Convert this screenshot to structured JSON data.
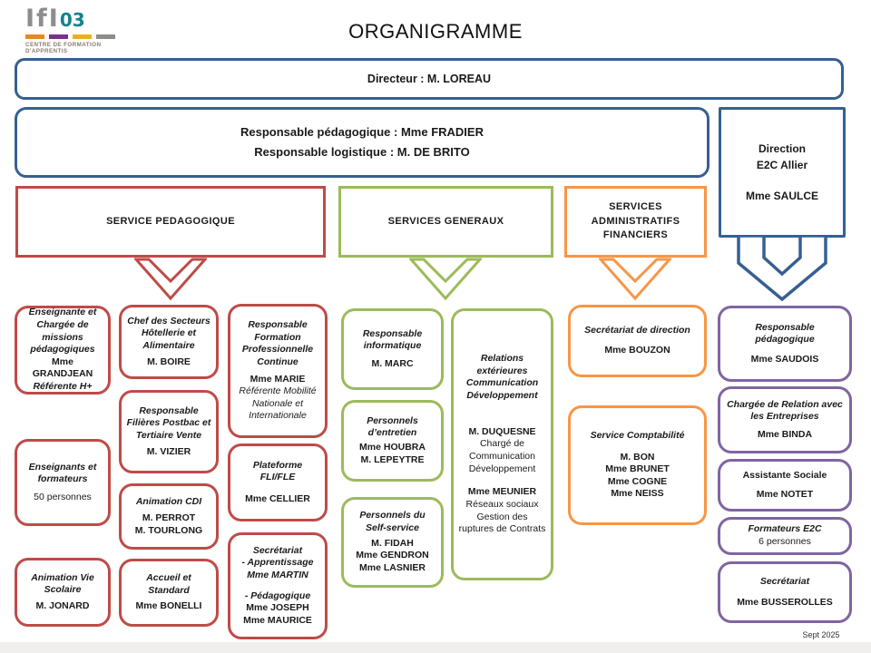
{
  "colors": {
    "blue": "#376091",
    "red": "#BE4B48",
    "green": "#9BBB59",
    "orange": "#F79646",
    "purple": "#8064A2",
    "teal": "#17818F"
  },
  "logo": {
    "letters": "IfI",
    "number": "03",
    "caption": "CENTRE DE FORMATION D'APPRENTIS",
    "bars": [
      "#E8891D",
      "#7D2F8D",
      "#EAB117",
      "#8D8D8D"
    ]
  },
  "title": "ORGANIGRAMME",
  "footer": "Sept 2025",
  "director": {
    "label": "Directeur : M. LOREAU"
  },
  "responsables": {
    "line1": "Responsable pédagogique : Mme FRADIER",
    "line2": "Responsable logistique : M. DE BRITO"
  },
  "direction_e2c": [
    {
      "t": "Direction",
      "s": "n"
    },
    {
      "t": "E2C Allier",
      "s": "n"
    },
    {
      "s": "sp",
      "h": 16
    },
    {
      "t": "Mme SAULCE",
      "s": "n"
    }
  ],
  "headers": {
    "pedagogique": [
      {
        "t": "SERVICE PEDAGOGIQUE",
        "s": "n"
      }
    ],
    "generaux": [
      {
        "t": "SERVICES GENERAUX",
        "s": "n"
      }
    ],
    "administratifs": [
      {
        "t": "SERVICES",
        "s": "n"
      },
      {
        "t": "ADMINISTRATIFS",
        "s": "n"
      },
      {
        "t": "FINANCIERS",
        "s": "n"
      }
    ]
  },
  "cards": {
    "a1": [
      {
        "t": "Enseignante et Chargée de missions pédagogiques",
        "s": "t"
      },
      {
        "s": "sp",
        "h": 6
      },
      {
        "t": "Mme GRANDJEAN",
        "s": "n"
      },
      {
        "t": "Référente H+",
        "s": "t"
      }
    ],
    "a2": [
      {
        "t": "Enseignants et formateurs",
        "s": "t"
      },
      {
        "s": "sp",
        "h": 6
      },
      {
        "t": "50 personnes",
        "s": "p"
      }
    ],
    "a3": [
      {
        "t": "Animation Vie Scolaire",
        "s": "t"
      },
      {
        "s": "sp",
        "h": 4
      },
      {
        "t": "M. JONARD",
        "s": "n"
      }
    ],
    "b1": [
      {
        "t": "Chef des Secteurs Hôtellerie et Alimentaire",
        "s": "t"
      },
      {
        "s": "sp",
        "h": 4
      },
      {
        "t": "M. BOIRE",
        "s": "n"
      }
    ],
    "b2": [
      {
        "t": "Responsable Filières Postbac et Tertiaire Vente",
        "s": "t"
      },
      {
        "s": "sp",
        "h": 4
      },
      {
        "t": "M. VIZIER",
        "s": "n"
      }
    ],
    "b3": [
      {
        "t": "Animation CDI",
        "s": "t"
      },
      {
        "s": "sp",
        "h": 5
      },
      {
        "t": "M. PERROT",
        "s": "n"
      },
      {
        "t": "M. TOURLONG",
        "s": "n"
      }
    ],
    "b4": [
      {
        "t": "Accueil  et Standard",
        "s": "t"
      },
      {
        "s": "sp",
        "h": 4
      },
      {
        "t": "Mme BONELLI",
        "s": "n"
      }
    ],
    "c1": [
      {
        "t": "Responsable Formation Professionnelle Continue",
        "s": "t"
      },
      {
        "s": "sp",
        "h": 5
      },
      {
        "t": "Mme MARIE",
        "s": "n"
      },
      {
        "t": "Référente Mobilité Nationale et Internationale",
        "s": "i"
      }
    ],
    "c2": [
      {
        "t": "Plateforme FLI/FLE",
        "s": "t"
      },
      {
        "s": "sp",
        "h": 10
      },
      {
        "t": "Mme CELLIER",
        "s": "n"
      }
    ],
    "c3": [
      {
        "t": "Secrétariat",
        "s": "t"
      },
      {
        "t": "- Apprentissage",
        "s": "t"
      },
      {
        "t": "Mme MARTIN",
        "s": "t"
      },
      {
        "s": "sp",
        "h": 9
      },
      {
        "t": "- Pédagogique",
        "s": "t"
      },
      {
        "t": "Mme JOSEPH",
        "s": "n"
      },
      {
        "t": "Mme MAURICE",
        "s": "n"
      }
    ],
    "d1": [
      {
        "t": "Responsable informatique",
        "s": "t"
      },
      {
        "s": "sp",
        "h": 6
      },
      {
        "t": "M. MARC",
        "s": "n"
      }
    ],
    "d2": [
      {
        "t": "Personnels d’entretien",
        "s": "t"
      },
      {
        "s": "sp",
        "h": 2
      },
      {
        "t": "Mme HOUBRA",
        "s": "n"
      },
      {
        "t": "M. LEPEYTRE",
        "s": "n"
      }
    ],
    "d3": [
      {
        "t": "Personnels du Self-service",
        "s": "t"
      },
      {
        "s": "sp",
        "h": 3
      },
      {
        "t": "M. FIDAH",
        "s": "n"
      },
      {
        "t": "Mme GENDRON",
        "s": "n"
      },
      {
        "t": "Mme LASNIER",
        "s": "n"
      }
    ],
    "e1": [
      {
        "t": "Relations extérieures Communication Développement",
        "s": "t"
      },
      {
        "s": "sp",
        "h": 26
      },
      {
        "t": "M. DUQUESNE",
        "s": "n"
      },
      {
        "t": "Chargé de Communication Développement",
        "s": "p"
      },
      {
        "s": "sp",
        "h": 12
      },
      {
        "t": "Mme MEUNIER",
        "s": "n"
      },
      {
        "t": "Réseaux sociaux Gestion des ruptures de Contrats",
        "s": "p"
      }
    ],
    "f1": [
      {
        "t": "Secrétariat de direction",
        "s": "t"
      },
      {
        "s": "sp",
        "h": 8
      },
      {
        "t": "Mme BOUZON",
        "s": "n"
      }
    ],
    "f2": [
      {
        "t": "Service Comptabilité",
        "s": "t"
      },
      {
        "s": "sp",
        "h": 10
      },
      {
        "t": "M. BON",
        "s": "n"
      },
      {
        "t": "Mme BRUNET",
        "s": "n"
      },
      {
        "t": "Mme COGNE",
        "s": "n"
      },
      {
        "t": "Mme NEISS",
        "s": "n"
      }
    ],
    "g1": [
      {
        "t": "Responsable pédagogique",
        "s": "t"
      },
      {
        "s": "sp",
        "h": 8
      },
      {
        "t": "Mme SAUDOIS",
        "s": "n"
      }
    ],
    "g2": [
      {
        "t": "Chargée de Relation avec les Entreprises",
        "s": "t"
      },
      {
        "s": "sp",
        "h": 6
      },
      {
        "t": "Mme BINDA",
        "s": "n"
      }
    ],
    "g3": [
      {
        "t": "Assistante Sociale",
        "s": "n"
      },
      {
        "s": "sp",
        "h": 7
      },
      {
        "t": "Mme NOTET",
        "s": "n"
      }
    ],
    "g4": [
      {
        "t": "Formateurs E2C",
        "s": "t"
      },
      {
        "t": "6 personnes",
        "s": "p"
      }
    ],
    "g5": [
      {
        "t": "Secrétariat",
        "s": "t"
      },
      {
        "s": "sp",
        "h": 9
      },
      {
        "t": "Mme BUSSEROLLES",
        "s": "n"
      }
    ]
  }
}
